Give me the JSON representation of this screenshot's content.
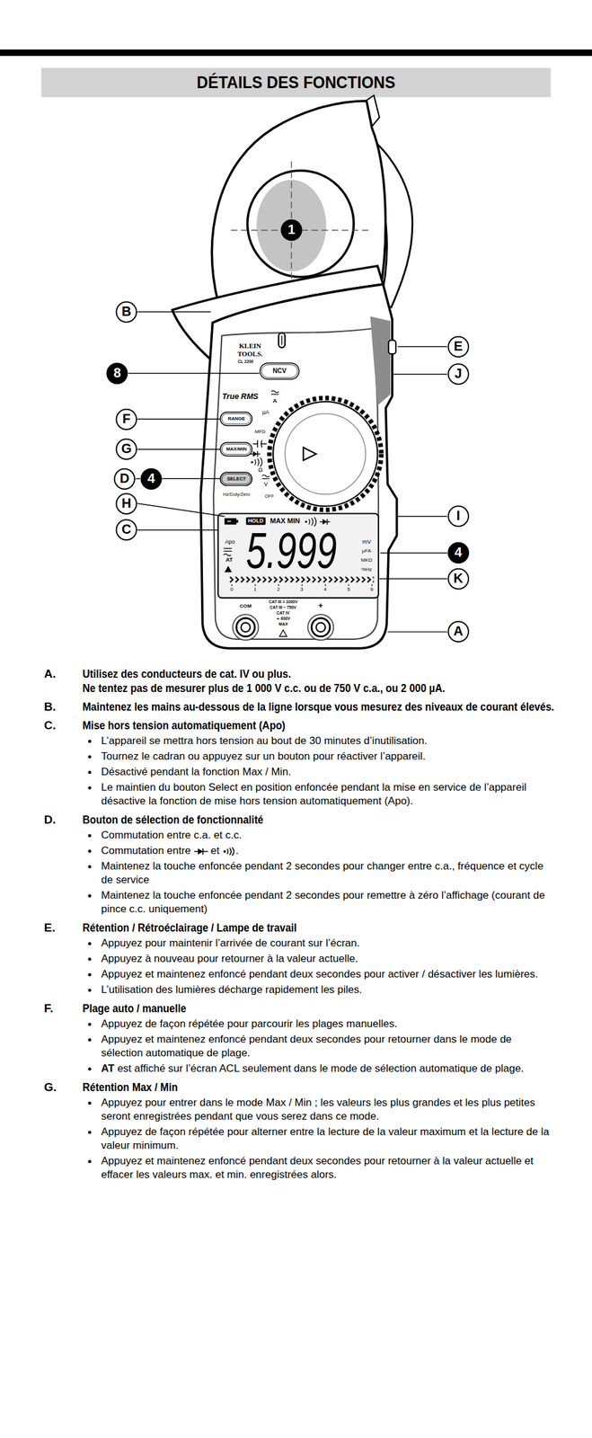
{
  "diagram": {
    "title": "DÉTAILS DES FONCTIONS",
    "nodes": [
      {
        "text": [
          "1"
        ]
      },
      {
        "text": [
          "B"
        ]
      },
      {
        "text": [
          "E"
        ]
      },
      {
        "text": [
          "8"
        ]
      },
      {
        "text": [
          "NCV"
        ]
      },
      {
        "text": [
          "J"
        ]
      },
      {
        "text": [
          "F"
        ]
      },
      {
        "text": [
          "RANGE"
        ]
      },
      {
        "text": [
          "G"
        ]
      },
      {
        "text": [
          "MAX/MIN"
        ]
      },
      {
        "text": [
          "D"
        ]
      },
      {
        "text": [
          "4"
        ]
      },
      {
        "text": [
          "SELECT"
        ]
      },
      {
        "text": [
          "H"
        ]
      },
      {
        "text": [
          "I"
        ]
      },
      {
        "text": [
          "HOLD"
        ]
      },
      {
        "text": [
          "C"
        ]
      },
      {
        "text": [
          "4"
        ]
      },
      {
        "text": [
          "K"
        ]
      },
      {
        "text": [
          "A"
        ]
      }
    ],
    "edges": [
      {
        "from": 3,
        "to": 4,
        "arrow": "none"
      },
      {
        "from": 6,
        "to": 7,
        "arrow": "none"
      },
      {
        "from": 8,
        "to": 9,
        "arrow": "none"
      },
      {
        "from": 10,
        "to": 11,
        "arrow": "none"
      },
      {
        "from": 11,
        "to": 12,
        "arrow": "none"
      }
    ],
    "labels": [
      "KLEIN",
      "TOOLS.",
      "CL 2200",
      "True RMS",
      "A",
      "µA",
      "MFD",
      "Ω",
      "V",
      "OFF",
      "Hz/Duty/Zero",
      "MAX MIN",
      "Apo",
      "AT",
      "5.999",
      "mV",
      "µFA",
      "MKΩ",
      "%Hz",
      "0",
      "1",
      "2",
      "3",
      "4",
      "5",
      "6",
      "COM",
      "+",
      "CAT III = 1000V",
      "CAT III ~ 750V",
      "CAT IV",
      "≂ 600V",
      "MAX",
      "A.",
      "Utilisez des conducteurs de cat. IV ou plus.",
      "Ne tentez pas de mesurer plus de 1 000 V c.c. ou de 750 V c.a., ou 2 000 µA.",
      "B.",
      "Maintenez les mains au-dessous de la ligne lorsque vous mesurez des niveaux de courant élevés.",
      "C.",
      "Mise hors tension automatiquement (Apo)",
      "L’appareil se mettra hors tension au bout de 30 minutes d’inutilisation.",
      "Tournez le cadran ou appuyez sur un bouton pour réactiver l’appareil.",
      "Désactivé pendant la fonction Max / Min.",
      "Le maintien du bouton Select en position enfoncée pendant la mise en service de l’appareil désactive la fonction de mise hors tension automatiquement (Apo).",
      "D.",
      "Bouton de sélection de fonctionnalité",
      "Commutation entre c.a. et c.c.",
      "Commutation entre",
      "et",
      ".",
      "Maintenez la touche enfoncée pendant 2 secondes pour changer entre c.a., fréquence et cycle de service",
      "Maintenez la touche enfoncée pendant 2 secondes pour remettre à zéro l’affichage (courant de pince c.c. uniquement)",
      "E.",
      "Rétention / Rétroéclairage / Lampe de travail",
      "Appuyez pour maintenir l’arrivée de courant sur l’écran.",
      "Appuyez à nouveau pour retourner à la valeur actuelle.",
      "Appuyez et maintenez enfoncé pendant deux secondes pour activer / désactiver les lumières.",
      "L’utilisation des lumières décharge rapidement les piles.",
      "F.",
      "Plage auto / manuelle",
      "Appuyez de façon répétée pour parcourir les plages manuelles.",
      "Appuyez et maintenez enfoncé pendant deux secondes pour retourner dans le mode de sélection automatique de plage.",
      "AT",
      "est affiché sur l’écran ACL seulement dans le mode de sélection automatique de plage.",
      "G.",
      "Rétention Max / Min",
      "Appuyez pour entrer dans le mode Max / Min ; les valeurs les plus grandes et les plus petites seront enregistrées pendant que vous serez dans ce mode.",
      "Appuyez de façon répétée pour alterner entre la lecture de la valeur maximum et la lecture de la valeur minimum.",
      "Appuyez et maintenez enfoncé pendant deux secondes pour retourner à la valeur actuelle et effacer les valeurs max. et min. enregistrées alors."
    ]
  }
}
